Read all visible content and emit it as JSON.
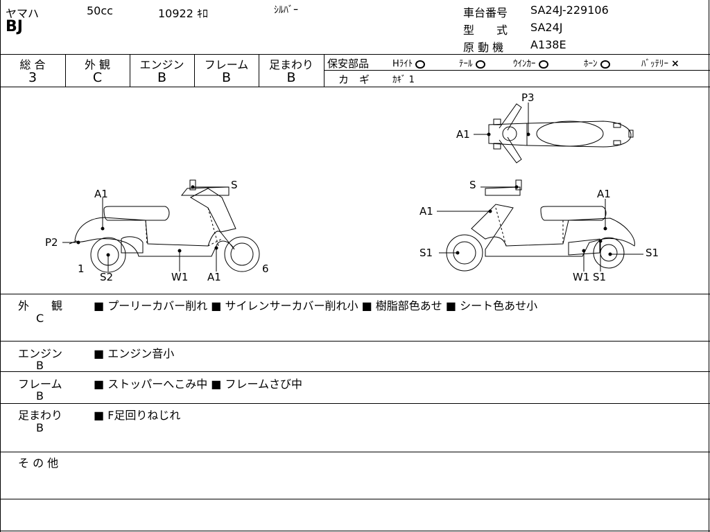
{
  "header": {
    "maker": "ヤマハ",
    "displacement": "50cc",
    "mileage": "10922 ｷﾛ",
    "color": "ｼﾙﾊﾞｰ",
    "model": "BJ",
    "frame_no_label": "車台番号",
    "frame_no": "SA24J-229106",
    "type_label": "型　　式",
    "type": "SA24J",
    "engine_label": "原 動 機",
    "engine": "A138E"
  },
  "grades": {
    "overall_label": "総 合",
    "overall": "3",
    "exterior_label": "外 観",
    "exterior": "C",
    "engine_label": "エンジン",
    "engine": "B",
    "frame_label": "フレーム",
    "frame": "B",
    "suspension_label": "足まわり",
    "suspension": "B"
  },
  "safety": {
    "label": "保安部品",
    "headlight": "Hﾗｲﾄ",
    "tail": "ﾃｰﾙ",
    "winker": "ｳｲﾝｶｰ",
    "horn": "ﾎｰﾝ",
    "battery": "ﾊﾞｯﾃﾘｰ",
    "battery_mark": "×",
    "key_label": "カ　ギ",
    "key_value": "ｶｷﾞ 1"
  },
  "diagram": {
    "left": {
      "A1_top": "A1",
      "S": "S",
      "P2": "P2",
      "num1": "1",
      "S2": "S2",
      "W1": "W1",
      "A1_bottom": "A1",
      "num6": "6"
    },
    "right": {
      "S": "S",
      "A1_left": "A1",
      "A1_right": "A1",
      "S1_left": "S1",
      "S1_right": "S1",
      "W1": "W1",
      "S1_bottom": "S1"
    },
    "top": {
      "P3": "P3",
      "A1": "A1"
    }
  },
  "notes": [
    {
      "category": "外　　観",
      "grade": "C",
      "text": "■ プーリーカバー削れ ■ サイレンサーカバー削れ小 ■ 樹脂部色あせ ■ シート色あせ小"
    },
    {
      "category": "エンジン",
      "grade": "B",
      "text": "■ エンジン音小"
    },
    {
      "category": "フレーム",
      "grade": "B",
      "text": "■ ストッパーへこみ中 ■ フレームさび中"
    },
    {
      "category": "足まわり",
      "grade": "B",
      "text": "■ F足回りねじれ"
    },
    {
      "category": "そ の 他",
      "grade": "",
      "text": ""
    }
  ]
}
